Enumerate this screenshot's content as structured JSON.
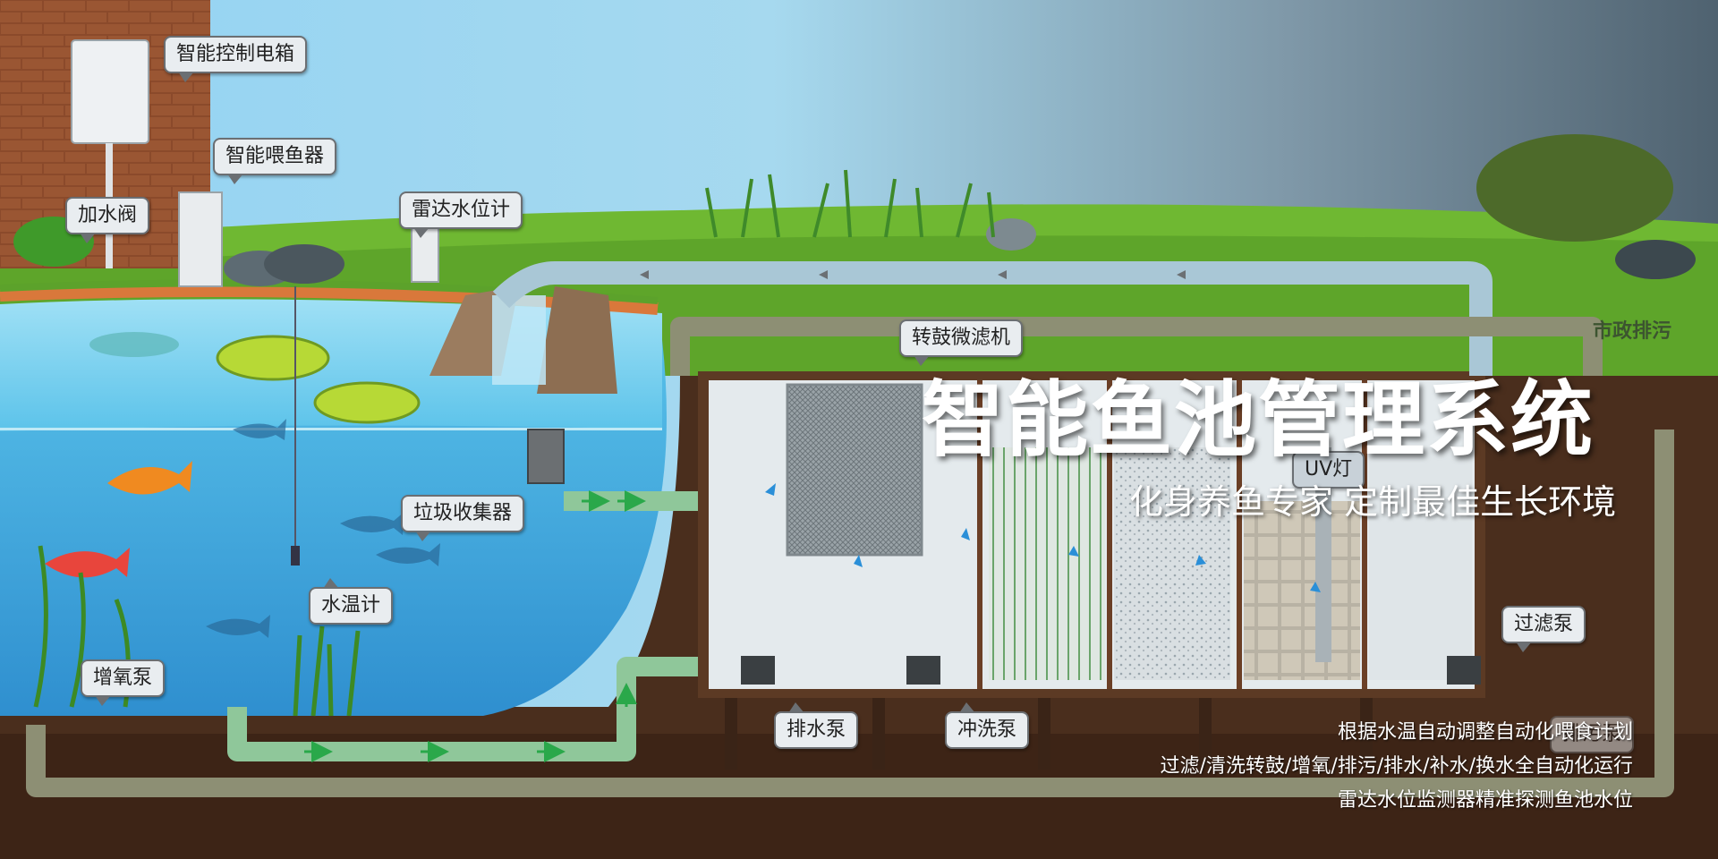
{
  "title": "智能鱼池管理系统",
  "subtitle": "化身养鱼专家 定制最佳生长环境",
  "features": [
    "根据水温自动调整自动化喂食计划",
    "过滤/清洗转鼓/增氧/排污/排水/补水/换水全自动化运行",
    "雷达水位监测器精准探测鱼池水位"
  ],
  "labels": {
    "control_box": "智能控制电箱",
    "feeder": "智能喂鱼器",
    "fill_valve": "加水阀",
    "radar_level": "雷达水位计",
    "drum_filter": "转鼓微滤机",
    "uv_lamp": "UV灯",
    "debris_collector": "垃圾收集器",
    "water_temp": "水温计",
    "aerator": "增氧泵",
    "drain_pump": "排水泵",
    "flush_pump": "冲洗泵",
    "filter_pump": "过滤泵",
    "sewage_pump": "排污泵",
    "municipal_drain": "市政排污"
  },
  "colors": {
    "sky_left": "#8fd0f2",
    "sky_right": "#5d6f7c",
    "grass": "#5fae2a",
    "soil": "#4a2e1d",
    "brick": "#8a4a2a",
    "water": "#3fb2e2",
    "pipe_green": "#8fc79a",
    "flow_arrow": "#2a8fd8"
  }
}
